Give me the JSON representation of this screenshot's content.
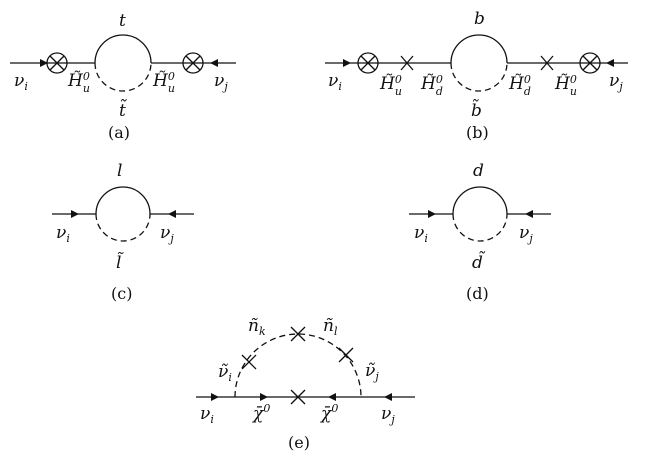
{
  "diagrams": {
    "a": {
      "caption": "(a)",
      "top_label": "t",
      "bottom_label": "t̃",
      "left_fermion": "ν",
      "left_fermion_index": "i",
      "right_fermion": "ν",
      "right_fermion_index": "j",
      "left_higgsino": "H̃",
      "left_higgsino_sub": "u",
      "left_higgsino_sup": "0",
      "right_higgsino": "H̃",
      "right_higgsino_sub": "u",
      "right_higgsino_sup": "0"
    },
    "b": {
      "caption": "(b)",
      "top_label": "b",
      "bottom_label": "b̃",
      "left_fermion": "ν",
      "left_fermion_index": "i",
      "right_fermion": "ν",
      "right_fermion_index": "j",
      "outer_left_higgsino": "H̃",
      "outer_left_sub": "u",
      "outer_left_sup": "0",
      "inner_left_higgsino": "H̃",
      "inner_left_sub": "d",
      "inner_left_sup": "0",
      "inner_right_higgsino": "H̃",
      "inner_right_sub": "d",
      "inner_right_sup": "0",
      "outer_right_higgsino": "H̃",
      "outer_right_sub": "u",
      "outer_right_sup": "0"
    },
    "c": {
      "caption": "(c)",
      "top_label": "l",
      "bottom_label": "l̃",
      "left_fermion": "ν",
      "left_fermion_index": "i",
      "right_fermion": "ν",
      "right_fermion_index": "j"
    },
    "d": {
      "caption": "(d)",
      "top_label": "d",
      "bottom_label": "d̃",
      "left_fermion": "ν",
      "left_fermion_index": "i",
      "right_fermion": "ν",
      "right_fermion_index": "j"
    },
    "e": {
      "caption": "(e)",
      "left_fermion": "ν",
      "left_fermion_index": "i",
      "right_fermion": "ν",
      "right_fermion_index": "j",
      "left_sneutrino": "ν̃",
      "left_sneutrino_index": "i",
      "right_sneutrino": "ν̃",
      "right_sneutrino_index": "j",
      "top_left_sneutrino": "ñ",
      "top_left_index": "k",
      "top_right_sneutrino": "ñ",
      "top_right_index": "l",
      "left_neutralino": "χ̄",
      "left_neutralino_sup": "0",
      "right_neutralino": "χ̄",
      "right_neutralino_sup": "0"
    }
  }
}
